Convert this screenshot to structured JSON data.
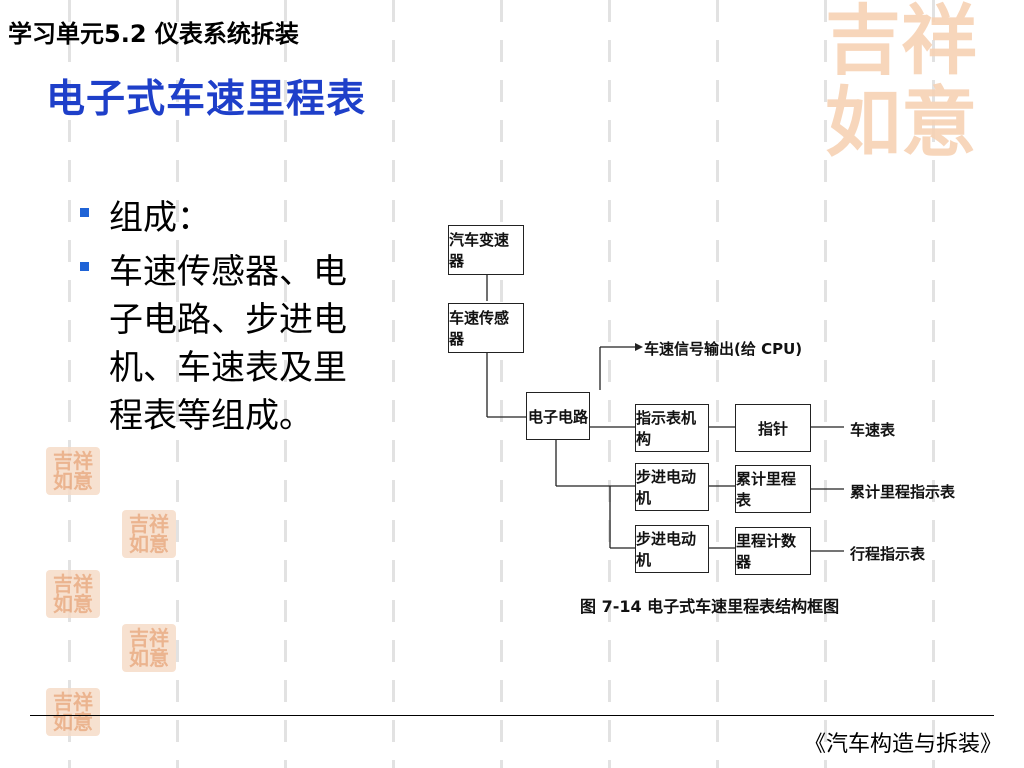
{
  "header": {
    "unit_title": "学习单元5.2 仪表系统拆装"
  },
  "slide": {
    "title": "电子式车速里程表",
    "bullets": [
      {
        "text": "组成："
      },
      {
        "text": "车速传感器、电子电路、步进电机、车速表及里程表等组成。"
      }
    ]
  },
  "diagram": {
    "boxes": {
      "transmission": "汽车变速器",
      "speed_sensor": "车速传感器",
      "circuit": "电子电路",
      "indicator_mech": "指示表机构",
      "pointer": "指针",
      "stepper1": "步进电动机",
      "odometer": "累计里程表",
      "stepper2": "步进电动机",
      "trip_counter": "里程计数器"
    },
    "labels": {
      "signal_output": "车速信号输出(给 CPU)",
      "speedometer": "车速表",
      "odometer_indicator": "累计里程指示表",
      "trip_indicator": "行程指示表"
    },
    "caption": "图 7-14   电子式车速里程表结构框图"
  },
  "seals": {
    "big": "吉祥如意",
    "small": "吉祥如意"
  },
  "footer": {
    "text": "《汽车构造与拆装》"
  }
}
